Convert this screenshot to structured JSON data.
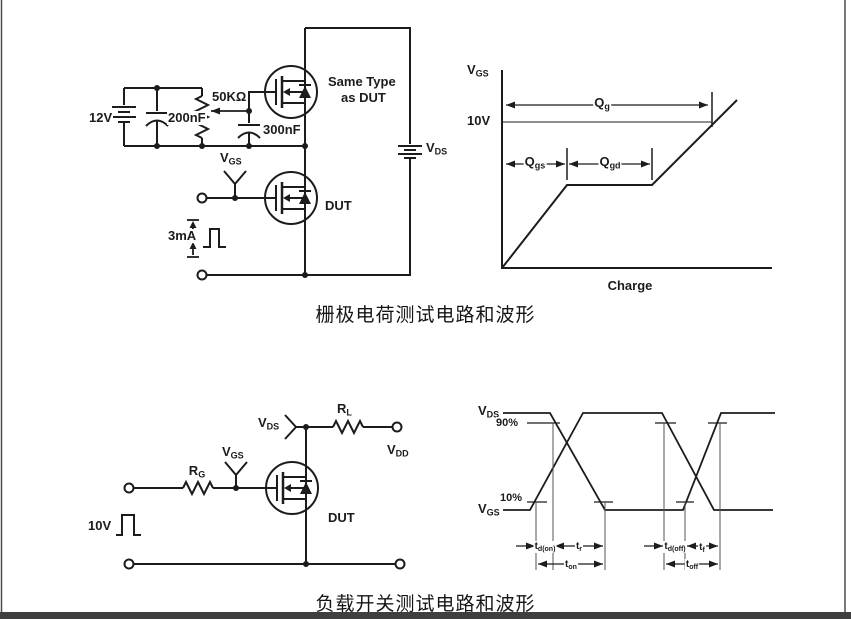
{
  "page": {
    "caption_gate_charge": "栅极电荷测试电路和波形",
    "caption_switching": "负载开关测试电路和波形",
    "line_color": "#1c1c1c",
    "footer_bar_color": "#3f3f3f"
  },
  "gate_charge_circuit": {
    "supply_label": "12V",
    "cap1_label": "200nF",
    "pot_label": "50KΩ",
    "cap2_label": "300nF",
    "upper_fet_note_line1": "Same Type",
    "upper_fet_note_line2": "as DUT",
    "gate_probe": {
      "main": "V",
      "sub": "GS"
    },
    "dut_label": "DUT",
    "current_label": "3mA",
    "drain_supply": {
      "main": "V",
      "sub": "DS"
    }
  },
  "gate_charge_waveform": {
    "y_axis": {
      "main": "V",
      "sub": "GS"
    },
    "level_label": "10V",
    "qg": {
      "main": "Q",
      "sub": "g"
    },
    "qgs": {
      "main": "Q",
      "sub": "gs"
    },
    "qgd": {
      "main": "Q",
      "sub": "gd"
    },
    "x_axis_label": "Charge"
  },
  "switching_circuit": {
    "pulse_label": "10V",
    "rg": {
      "main": "R",
      "sub": "G"
    },
    "vgs": {
      "main": "V",
      "sub": "GS"
    },
    "vds": {
      "main": "V",
      "sub": "DS"
    },
    "rl": {
      "main": "R",
      "sub": "L"
    },
    "vdd": {
      "main": "V",
      "sub": "DD"
    },
    "dut_label": "DUT"
  },
  "switching_waveform": {
    "vds": {
      "main": "V",
      "sub": "DS"
    },
    "vgs": {
      "main": "V",
      "sub": "GS"
    },
    "p90_label": "90%",
    "p10_label": "10%",
    "td_on": {
      "main": "t",
      "sub": "d(on)"
    },
    "tr": {
      "main": "t",
      "sub": "r"
    },
    "t_on": {
      "main": "t",
      "sub": "on"
    },
    "td_off": {
      "main": "t",
      "sub": "d(off)"
    },
    "tf": {
      "main": "t",
      "sub": "f"
    },
    "t_off": {
      "main": "t",
      "sub": "off"
    }
  }
}
